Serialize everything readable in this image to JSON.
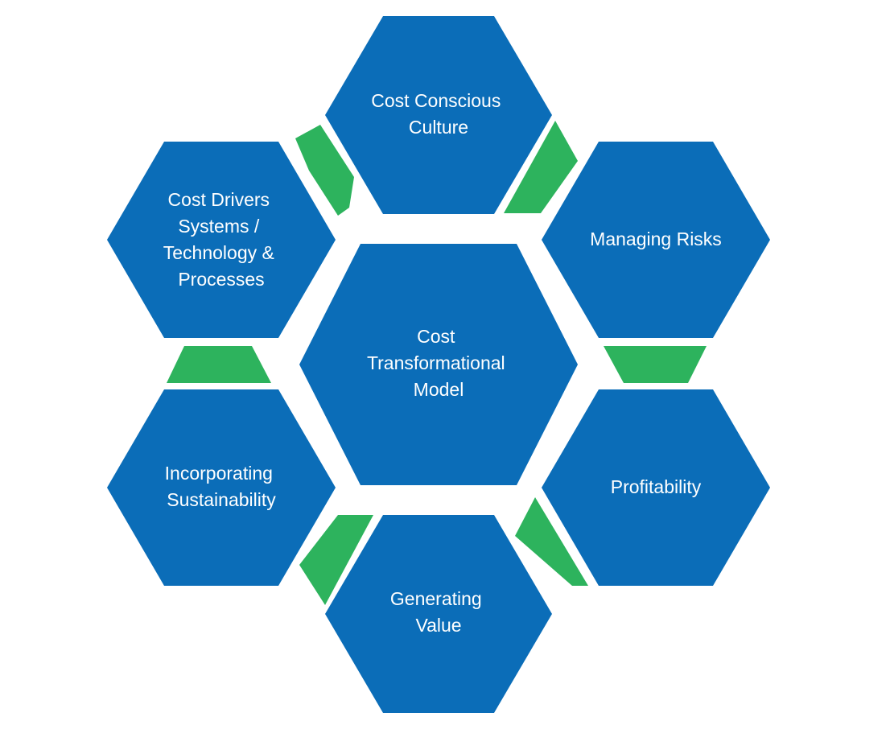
{
  "colors": {
    "hexagon": "#0b6db8",
    "connector": "#2db35d",
    "text": "#ffffff",
    "background": "#ffffff"
  },
  "center": {
    "lines": [
      "Cost",
      "Transformational",
      "Model"
    ]
  },
  "outer": [
    {
      "key": "top",
      "lines": [
        "Cost Conscious",
        "Culture"
      ]
    },
    {
      "key": "upper-right",
      "lines": [
        "Managing Risks"
      ]
    },
    {
      "key": "lower-right",
      "lines": [
        "Profitability"
      ]
    },
    {
      "key": "bottom",
      "lines": [
        "Generating",
        "Value"
      ]
    },
    {
      "key": "lower-left",
      "lines": [
        "Incorporating",
        "Sustainability"
      ]
    },
    {
      "key": "upper-left",
      "lines": [
        "Cost Drivers",
        "Systems /",
        "Technology &",
        "Processes"
      ]
    }
  ]
}
